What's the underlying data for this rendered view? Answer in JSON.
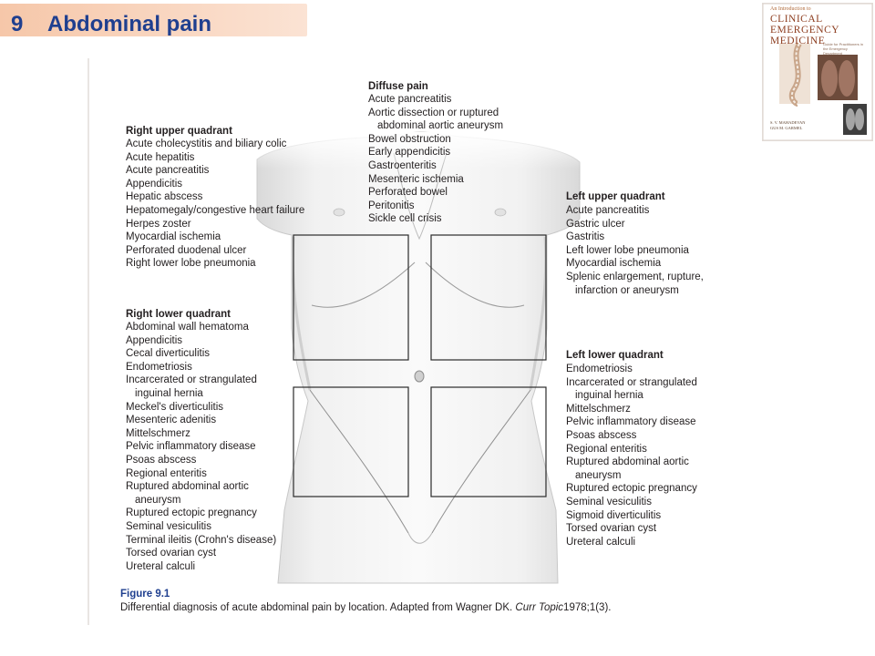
{
  "header": {
    "chapter_number": "9",
    "chapter_title": "Abdominal pain"
  },
  "book_cover": {
    "series_line": "An Introduction to",
    "title_lines": [
      "CLINICAL",
      "EMERGENCY",
      "MEDICINE"
    ],
    "subtitle": "Guide for Practitioners in the Emergency Department",
    "authors": [
      "S. V. MAHADEVAN",
      "GUS M. GARMEL"
    ]
  },
  "regions": {
    "diffuse": {
      "heading": "Diffuse pain",
      "items": [
        "Acute pancreatitis",
        "Aortic dissection or ruptured",
        "   abdominal aortic aneurysm",
        "Bowel obstruction",
        "Early appendicitis",
        "Gastroenteritis",
        "Mesenteric ischemia",
        "Perforated bowel",
        "Peritonitis",
        "Sickle cell crisis"
      ]
    },
    "right_upper": {
      "heading": "Right upper quadrant",
      "items": [
        "Acute cholecystitis and biliary colic",
        "Acute hepatitis",
        "Acute pancreatitis",
        "Appendicitis",
        "Hepatic abscess",
        "Hepatomegaly/congestive heart failure",
        "Herpes zoster",
        "Myocardial ischemia",
        "Perforated duodenal ulcer",
        "Right lower lobe pneumonia"
      ]
    },
    "left_upper": {
      "heading": "Left upper quadrant",
      "items": [
        "Acute pancreatitis",
        "Gastric ulcer",
        "Gastritis",
        "Left lower lobe pneumonia",
        "Myocardial ischemia",
        "Splenic enlargement, rupture,",
        "   infarction or aneurysm"
      ]
    },
    "right_lower": {
      "heading": "Right lower quadrant",
      "items": [
        "Abdominal wall hematoma",
        "Appendicitis",
        "Cecal diverticulitis",
        "Endometriosis",
        "Incarcerated or strangulated",
        "   inguinal hernia",
        "Meckel's diverticulitis",
        "Mesenteric adenitis",
        "Mittelschmerz",
        "Pelvic inflammatory disease",
        "Psoas abscess",
        "Regional enteritis",
        "Ruptured abdominal aortic",
        "   aneurysm",
        "Ruptured ectopic pregnancy",
        "Seminal vesiculitis",
        "Terminal ileitis (Crohn's disease)",
        "Torsed ovarian cyst",
        "Ureteral calculi"
      ]
    },
    "left_lower": {
      "heading": "Left lower quadrant",
      "items": [
        "Endometriosis",
        "Incarcerated or strangulated",
        "   inguinal hernia",
        "Mittelschmerz",
        "Pelvic inflammatory disease",
        "Psoas abscess",
        "Regional enteritis",
        "Ruptured abdominal aortic",
        "   aneurysm",
        "Ruptured ectopic pregnancy",
        "Seminal vesiculitis",
        "Sigmoid diverticulitis",
        "Torsed ovarian cyst",
        "Ureteral calculi"
      ]
    }
  },
  "figure": {
    "label": "Figure 9.1",
    "caption_prefix": "Differential diagnosis of acute abdominal pain by location. Adapted from Wagner DK. ",
    "caption_journal": "Curr Topic",
    "caption_suffix": " 1978;1(3)."
  },
  "colors": {
    "header_text": "#1f3f8f",
    "header_bar": "#f6c7a9",
    "figure_label": "#1f3f8f"
  }
}
